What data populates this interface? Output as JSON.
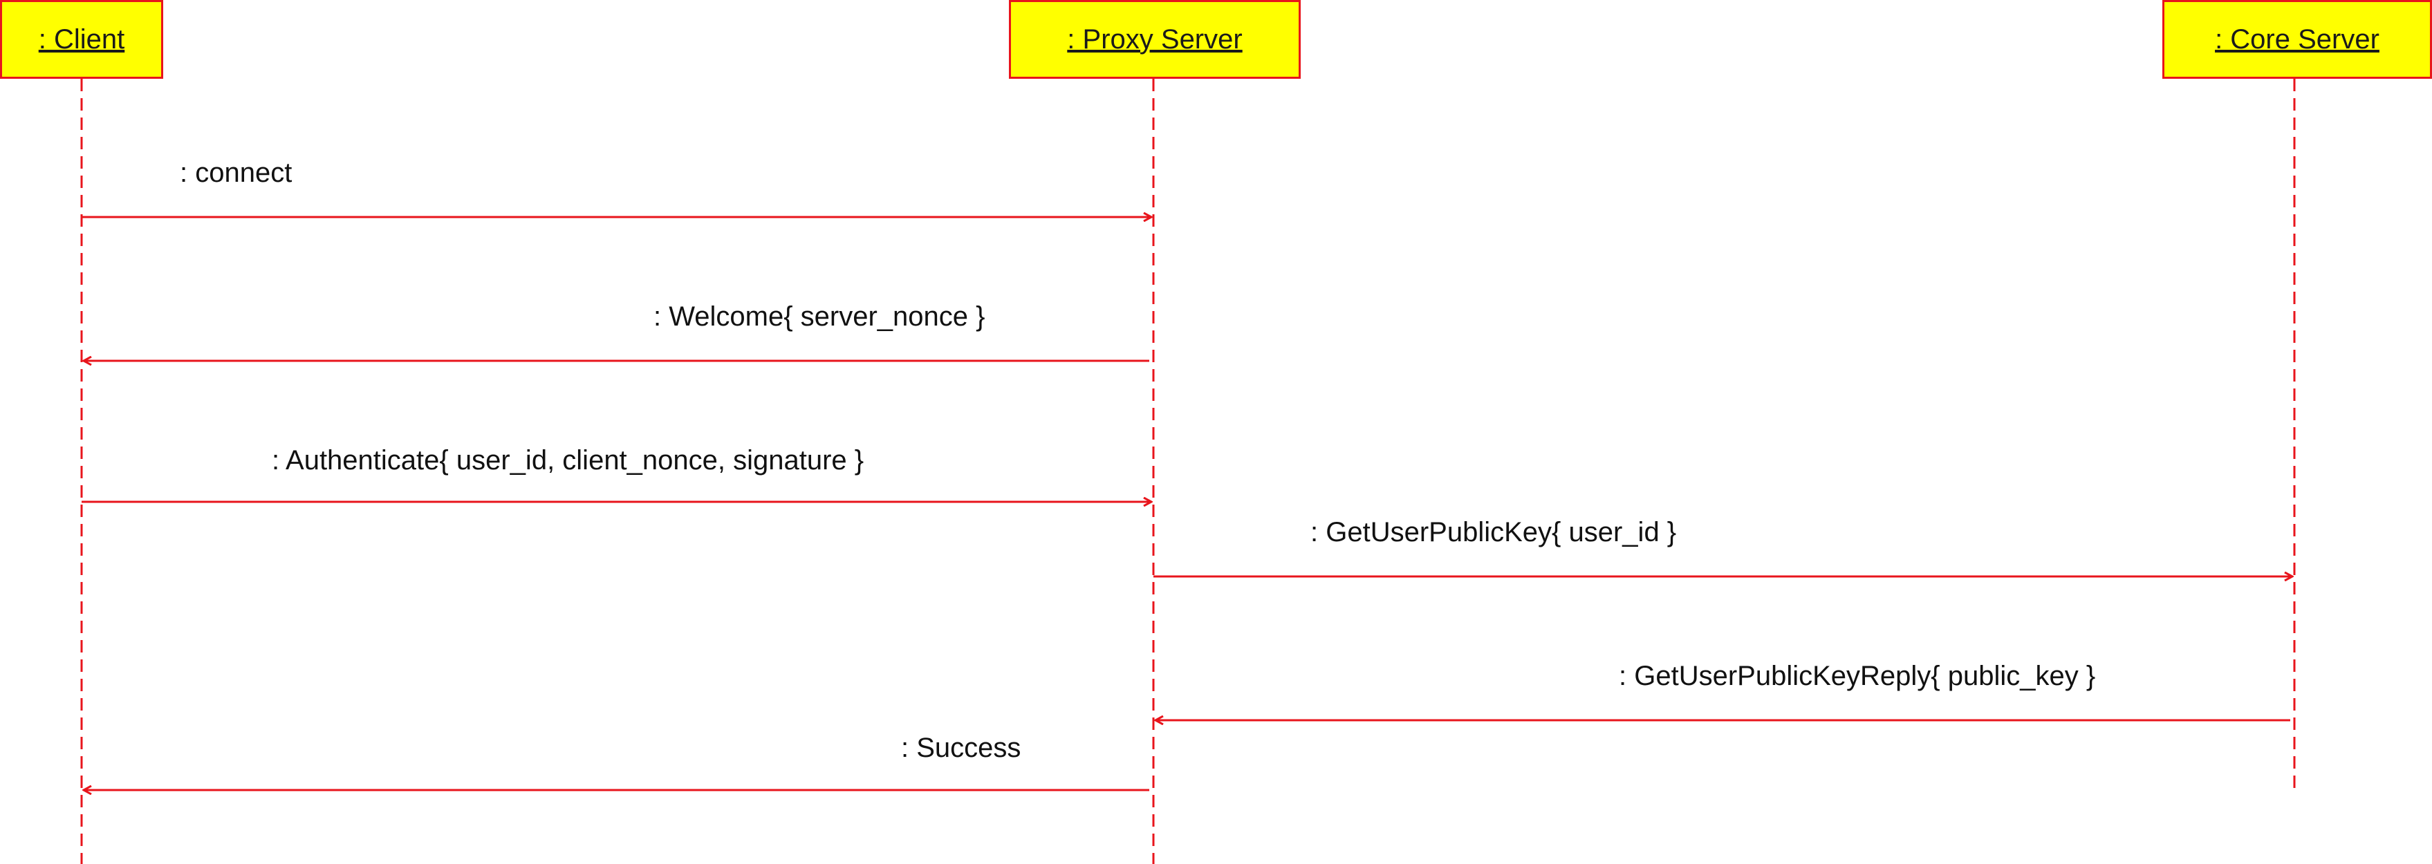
{
  "colors": {
    "box_fill": "#ffff00",
    "line": "#e8151c",
    "text": "#111111"
  },
  "participants": [
    {
      "id": "client",
      "label": ": Client"
    },
    {
      "id": "proxy",
      "label": ": Proxy Server"
    },
    {
      "id": "core",
      "label": ": Core Server"
    }
  ],
  "messages": [
    {
      "from": "client",
      "to": "proxy",
      "label": ": connect"
    },
    {
      "from": "proxy",
      "to": "client",
      "label": ": Welcome{ server_nonce }"
    },
    {
      "from": "client",
      "to": "proxy",
      "label": ": Authenticate{ user_id, client_nonce, signature }"
    },
    {
      "from": "proxy",
      "to": "core",
      "label": ": GetUserPublicKey{ user_id }"
    },
    {
      "from": "core",
      "to": "proxy",
      "label": ": GetUserPublicKeyReply{ public_key }"
    },
    {
      "from": "proxy",
      "to": "client",
      "label": ": Success"
    }
  ]
}
